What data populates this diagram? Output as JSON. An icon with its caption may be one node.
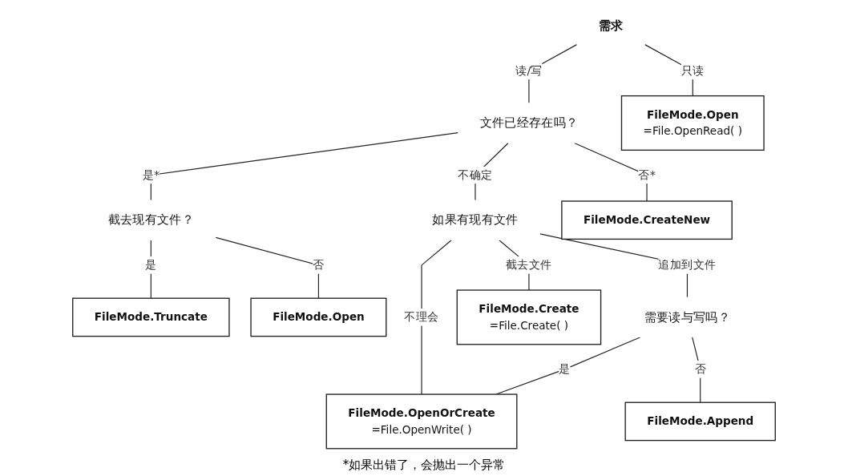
{
  "diagram": {
    "nodes": [
      {
        "text": [
          "需求"
        ]
      },
      {
        "text": [
          "文件已经存在吗？"
        ]
      },
      {
        "text": [
          "FileMode.Open",
          "=File.OpenRead( )"
        ]
      },
      {
        "text": [
          "截去现有文件？"
        ]
      },
      {
        "text": [
          "如果有现有文件"
        ]
      },
      {
        "text": [
          "FileMode.Truncate"
        ]
      },
      {
        "text": [
          "FileMode.Open"
        ]
      },
      {
        "text": [
          "FileMode.CreateNew"
        ]
      },
      {
        "text": [
          "需要读与写吗？"
        ]
      },
      {
        "text": [
          "FileMode.Create",
          "=File.Create( )"
        ]
      },
      {
        "text": [
          "FileMode.OpenOrCreate",
          "=File.OpenWrite( )"
        ]
      },
      {
        "text": [
          "FileMode.Append"
        ]
      }
    ],
    "edges": [
      {
        "from": 0,
        "to": 1,
        "arrow": "none",
        "label": "读/写"
      },
      {
        "from": 0,
        "to": 2,
        "arrow": "none",
        "label": "只读"
      },
      {
        "from": 1,
        "to": 3,
        "arrow": "none",
        "label": "是*"
      },
      {
        "from": 1,
        "to": 7,
        "arrow": "none",
        "label": "否*"
      },
      {
        "from": 1,
        "to": 4,
        "arrow": "none",
        "label": "不确定"
      },
      {
        "from": 3,
        "to": 5,
        "arrow": "none",
        "label": "是"
      },
      {
        "from": 3,
        "to": 6,
        "arrow": "none",
        "label": "否"
      },
      {
        "from": 4,
        "to": 9,
        "arrow": "none",
        "label": "截去文件"
      },
      {
        "from": 4,
        "to": 10,
        "arrow": "none",
        "label": "不理会"
      },
      {
        "from": 4,
        "to": 8,
        "arrow": "none",
        "label": "追加到文件"
      },
      {
        "from": 8,
        "to": 10,
        "arrow": "none",
        "label": "是"
      },
      {
        "from": 8,
        "to": 11,
        "arrow": "none",
        "label": "否"
      }
    ],
    "labels": [
      "*如果出错了，会抛出一个异常"
    ]
  }
}
